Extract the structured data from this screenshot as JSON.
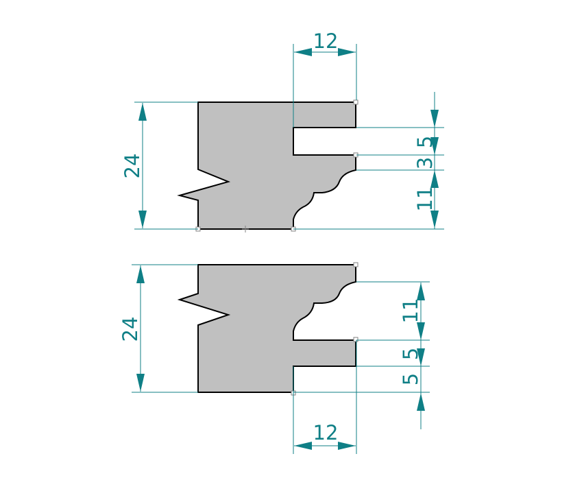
{
  "drawing": {
    "colors": {
      "dimension": "#0f7f86",
      "profile_fill": "#c0c0c0",
      "profile_outline": "#000000"
    },
    "upper_profile": {
      "dimensions": {
        "width_top": "12",
        "height_total": "24",
        "groove": "5",
        "lip": "3",
        "bead": "11"
      }
    },
    "lower_profile": {
      "dimensions": {
        "width_bottom": "12",
        "height_total": "24",
        "bead": "11",
        "tongue": "5",
        "lip": "5"
      }
    }
  }
}
